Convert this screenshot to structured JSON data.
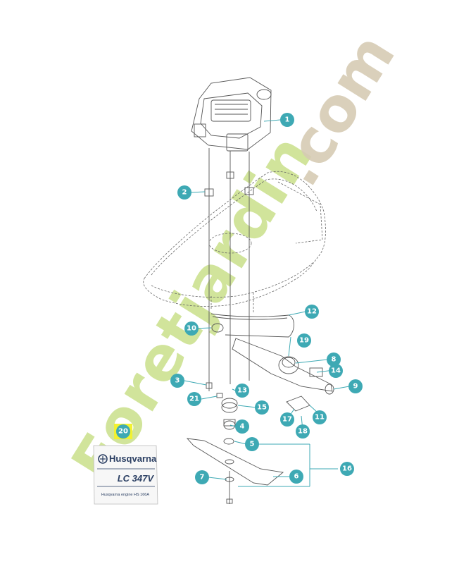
{
  "callouts": [
    {
      "id": "c1",
      "label": "1"
    },
    {
      "id": "c2",
      "label": "2"
    },
    {
      "id": "c3",
      "label": "3"
    },
    {
      "id": "c4",
      "label": "4"
    },
    {
      "id": "c5",
      "label": "5"
    },
    {
      "id": "c6",
      "label": "6"
    },
    {
      "id": "c7",
      "label": "7"
    },
    {
      "id": "c8",
      "label": "8"
    },
    {
      "id": "c9",
      "label": "9"
    },
    {
      "id": "c10",
      "label": "10"
    },
    {
      "id": "c11",
      "label": "11"
    },
    {
      "id": "c12",
      "label": "12"
    },
    {
      "id": "c13",
      "label": "13"
    },
    {
      "id": "c14",
      "label": "14"
    },
    {
      "id": "c15",
      "label": "15"
    },
    {
      "id": "c16",
      "label": "16"
    },
    {
      "id": "c17",
      "label": "17"
    },
    {
      "id": "c18",
      "label": "18"
    },
    {
      "id": "c19",
      "label": "19"
    },
    {
      "id": "c20",
      "label": "20"
    },
    {
      "id": "c21",
      "label": "21"
    }
  ],
  "decal": {
    "brand": "Husqvarna",
    "model": "LC 347V",
    "engine_text": "Husqvarna engine HS 166A"
  },
  "watermark": {
    "green": "Foretjardin",
    "beige": ".com"
  },
  "colors": {
    "callout": "#3ea9b4",
    "highlight": "#f2f230",
    "watermark_green": "#c9e08a",
    "watermark_beige": "#d6cbb4",
    "decal_blue": "#2b3f63"
  }
}
